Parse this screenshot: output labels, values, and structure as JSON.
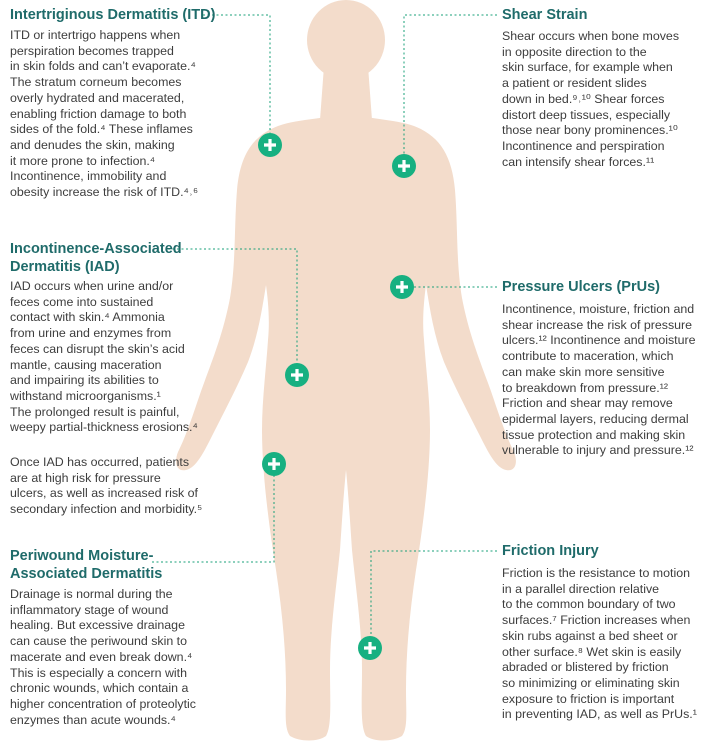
{
  "colors": {
    "skin": "#f3dccb",
    "teal": "#1f6b6a",
    "marker": "#17b081",
    "text": "#3d3d3d"
  },
  "icons": {
    "marker": "plus-circle-icon"
  },
  "itd": {
    "title": "Intertriginous Dermatitis (ITD)",
    "lines": [
      "ITD or intertrigo happens when",
      "perspiration becomes trapped",
      "in skin folds and can’t evaporate.⁴",
      "The stratum corneum becomes",
      "overly hydrated and macerated,",
      "enabling friction damage to both",
      "sides of the fold.⁴ These inflames",
      "and denudes the skin, making",
      "it more prone to infection.⁴",
      "Incontinence, immobility and",
      "obesity increase the risk of ITD.⁴˒⁶"
    ]
  },
  "iad": {
    "title_lines": [
      "Incontinence-Associated",
      "Dermatitis (IAD)"
    ],
    "lines": [
      "IAD occurs when urine and/or",
      "feces come into sustained",
      "contact with skin.⁴ Ammonia",
      "from urine and enzymes from",
      "feces can disrupt the skin’s acid",
      "mantle, causing maceration",
      "and impairing its abilities to",
      "withstand microorganisms.¹",
      "The prolonged result is painful,",
      "weepy partial-thickness erosions.⁴"
    ],
    "lines2": [
      "Once IAD has occurred, patients",
      "are at high risk for pressure",
      "ulcers, as well as increased risk of",
      "secondary infection and morbidity.⁵"
    ]
  },
  "periwound": {
    "title_lines": [
      "Periwound Moisture-",
      "Associated Dermatitis"
    ],
    "lines": [
      "Drainage is normal during the",
      "inflammatory stage of wound",
      "healing. But excessive drainage",
      "can cause the periwound skin to",
      "macerate and even break down.⁴",
      "This is especially a concern with",
      "chronic wounds, which contain a",
      "higher concentration of proteolytic",
      "enzymes than acute wounds.⁴"
    ]
  },
  "shear": {
    "title": "Shear Strain",
    "lines": [
      "Shear occurs when bone moves",
      "in opposite direction to the",
      "skin surface, for example when",
      "a patient or resident slides",
      "down in bed.⁹˒¹⁰ Shear forces",
      "distort deep tissues, especially",
      "those near bony prominences.¹⁰",
      "Incontinence and perspiration",
      "can intensify shear forces.¹¹"
    ]
  },
  "pressure": {
    "title": "Pressure Ulcers (PrUs)",
    "lines": [
      "Incontinence, moisture, friction and",
      "shear increase the risk of pressure",
      "ulcers.¹² Incontinence and moisture",
      "contribute to maceration, which",
      "can make skin more sensitive",
      "to breakdown from pressure.¹²",
      "Friction and shear may remove",
      "epidermal layers, reducing dermal",
      "tissue protection and making skin",
      "vulnerable to injury and pressure.¹²"
    ]
  },
  "friction": {
    "title": "Friction Injury",
    "lines": [
      "Friction is the resistance to motion",
      "in a parallel direction relative",
      "to the common boundary of two",
      "surfaces.⁷ Friction increases when",
      "skin rubs against a bed sheet or",
      "other surface.⁸ Wet skin is easily",
      "abraded or blistered by friction",
      "so minimizing or eliminating skin",
      "exposure to friction is important",
      "in preventing IAD, as well as PrUs.¹"
    ]
  }
}
